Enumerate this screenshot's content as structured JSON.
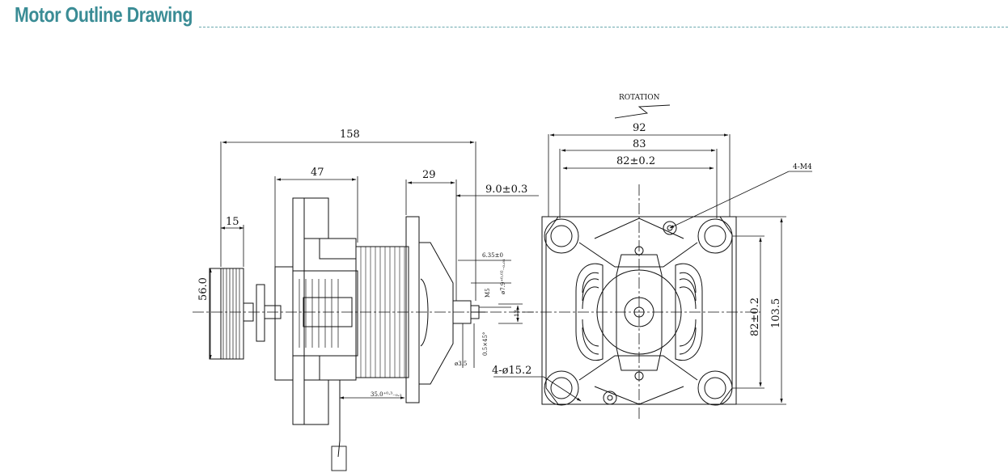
{
  "header": {
    "title": "Motor Outline Drawing"
  },
  "colors": {
    "title": "#3a8c95",
    "line": "#111111"
  },
  "side_view": {
    "dims": {
      "overall_length": "158",
      "length_47": "47",
      "length_29": "29",
      "length_15": "15",
      "shaft_extension": "9.0±0.3",
      "height_56": "56.0",
      "shaft_6_35": "6.35±0",
      "shaft_dia": "ø7.9⁺⁰·⁰²₋₀.₀₁",
      "thread": "M5",
      "chamfer": "0.5×45°",
      "len_13": "13",
      "len_3_5": "ø3.5",
      "len_35": "35.0⁺⁰·³₋₀.₂"
    }
  },
  "front_view": {
    "rotation_label": "ROTATION",
    "dims": {
      "width_92": "92",
      "width_83": "83",
      "width_82": "82±0.2",
      "holes_m4": "4-M4",
      "height_82": "82±0.2",
      "height_103": "103.5",
      "mount_holes": "4-ø15.2"
    }
  }
}
